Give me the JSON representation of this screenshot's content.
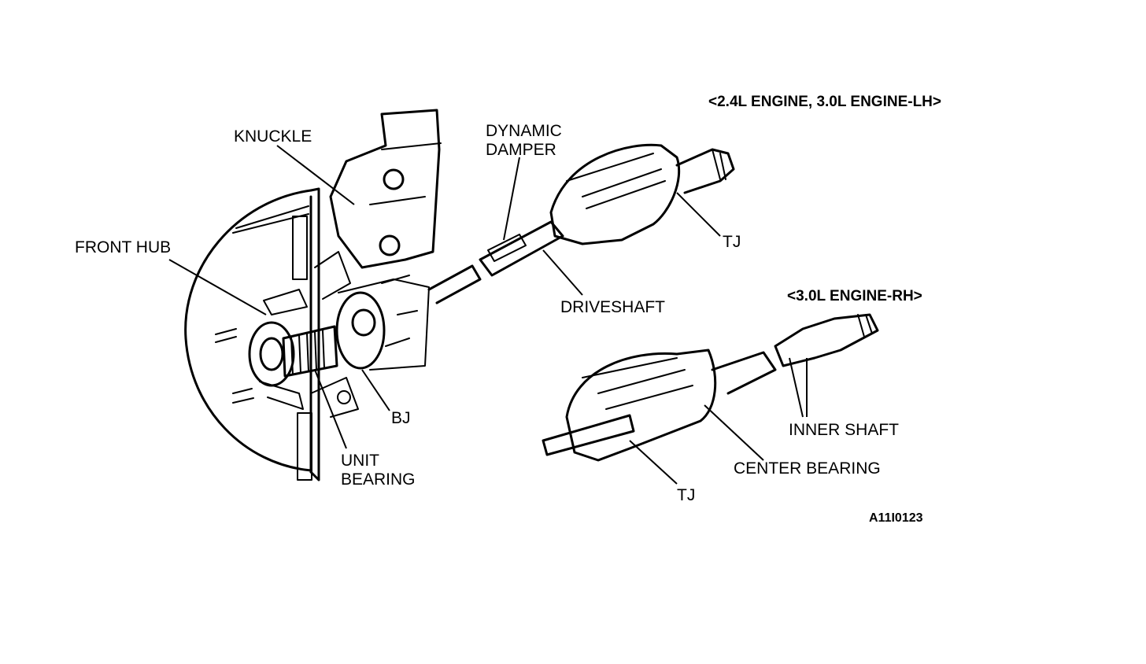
{
  "diagram": {
    "headings": {
      "lh_heading": "<2.4L ENGINE, 3.0L ENGINE-LH>",
      "rh_heading": "<3.0L ENGINE-RH>"
    },
    "labels": {
      "knuckle": "KNUCKLE",
      "dynamic_damper_line1": "DYNAMIC",
      "dynamic_damper_line2": "DAMPER",
      "front_hub": "FRONT HUB",
      "tj_upper": "TJ",
      "driveshaft": "DRIVESHAFT",
      "bj": "BJ",
      "unit_bearing_line1": "UNIT",
      "unit_bearing_line2": "BEARING",
      "inner_shaft": "INNER SHAFT",
      "center_bearing": "CENTER BEARING",
      "tj_lower": "TJ"
    },
    "figure_code": "A11I0123"
  }
}
